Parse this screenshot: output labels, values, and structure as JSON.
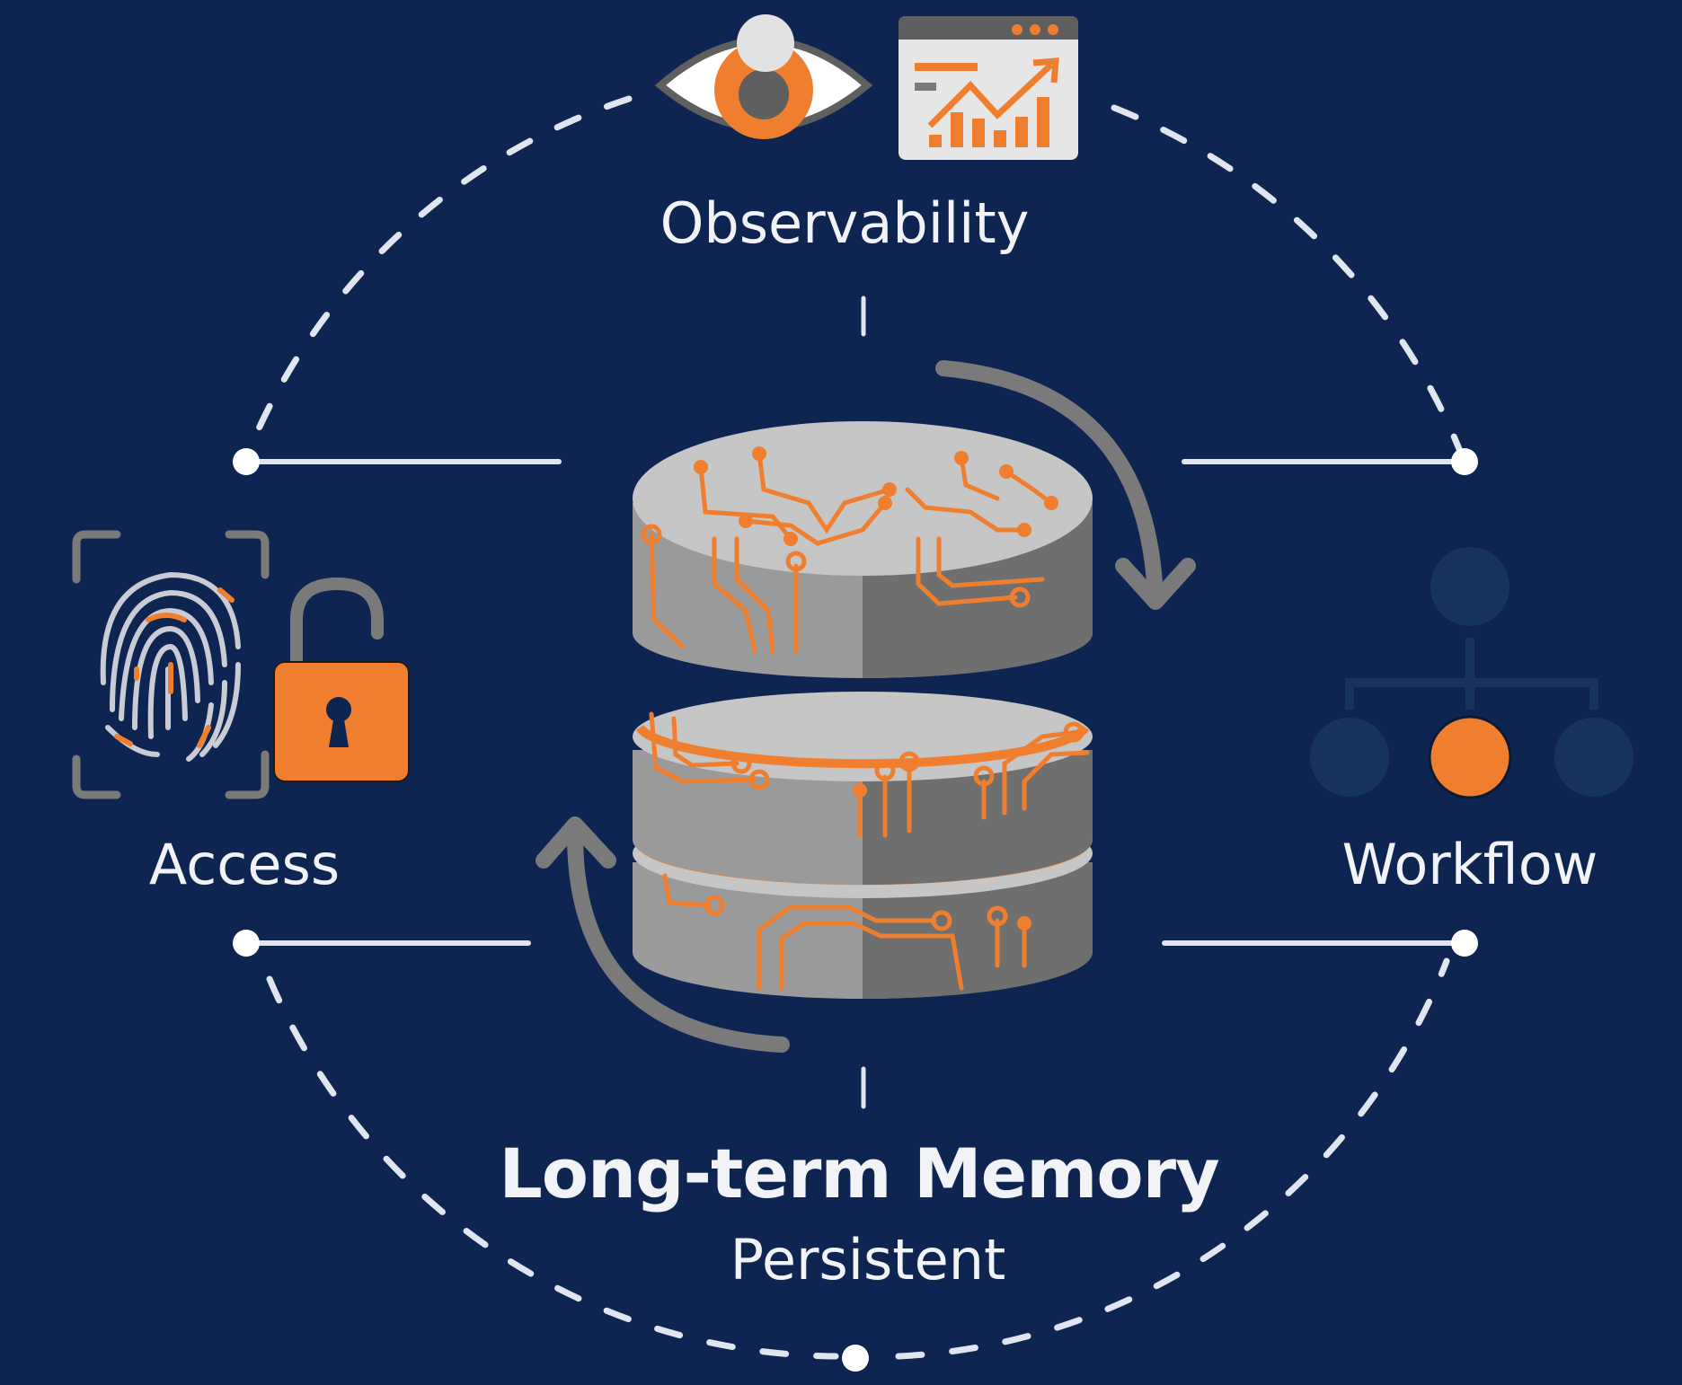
{
  "colors": {
    "background": "#0d2550",
    "accent": "#ef7f2f",
    "line": "#dfe6f0",
    "gray": "#7a7a7a",
    "cylinder_top": "#c6c6c6",
    "cylinder_side_light": "#9a9a9a",
    "cylinder_side_dark": "#6f6f6f",
    "faded_node": "#17345f"
  },
  "nodes": {
    "observability": {
      "label": "Observability",
      "icons": [
        "eye-icon",
        "analytics-dashboard-icon"
      ]
    },
    "access": {
      "label": "Access",
      "icons": [
        "fingerprint-scan-icon",
        "unlocked-padlock-icon"
      ]
    },
    "workflow": {
      "label": "Workflow",
      "icons": [
        "workflow-hierarchy-icon"
      ]
    }
  },
  "center": {
    "icon": "circuit-database-icon",
    "title": "Long-term Memory",
    "subtitle": "Persistent",
    "cycle_arrows": [
      "clockwise-arrow-icon",
      "counter-clockwise-arrow-icon"
    ]
  }
}
